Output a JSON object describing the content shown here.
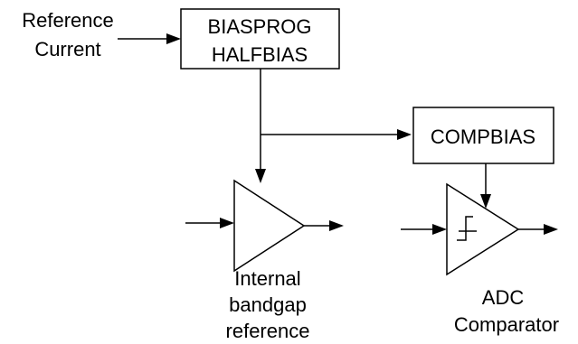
{
  "blocks": {
    "biasprog": {
      "line1": "BIASPROG",
      "line2": "HALFBIAS"
    },
    "compbias": {
      "label": "COMPBIAS"
    }
  },
  "inputs": {
    "reference_current": {
      "line1": "Reference",
      "line2": "Current"
    }
  },
  "outputs": {
    "bandgap": {
      "line1": "Internal",
      "line2": "bandgap",
      "line3": "reference"
    },
    "comparator": {
      "line1": "ADC",
      "line2": "Comparator"
    }
  },
  "icons": {
    "arrowhead": "arrowhead-icon",
    "amplifier": "amplifier-triangle-icon",
    "comparator": "comparator-triangle-icon",
    "hysteresis": "hysteresis-step-icon"
  }
}
